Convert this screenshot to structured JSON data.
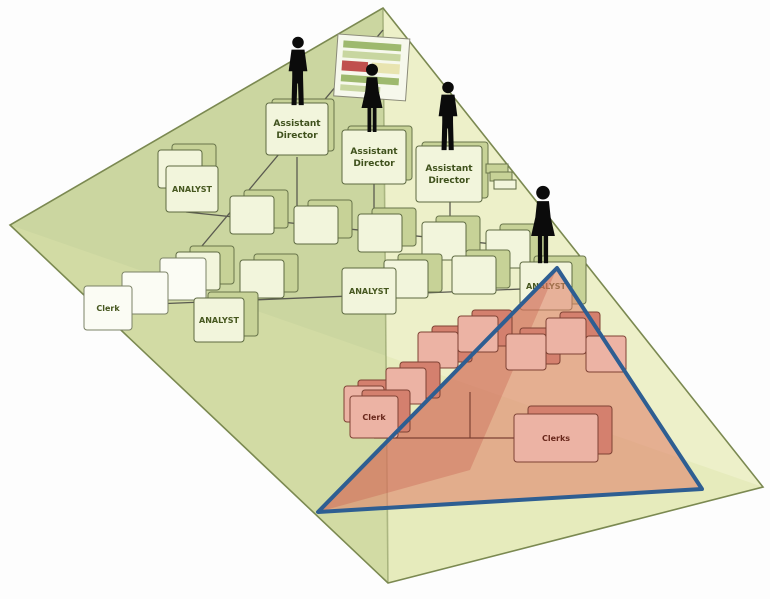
{
  "colors": {
    "background": "#fdfdfd",
    "pyramid_face": "#edf0c9",
    "pyramid_left_face": "#c2cf96",
    "pyramid_floor": "#dce4a9",
    "pyramid_edge": "#7b8951",
    "highlight_fill": "#e0846c",
    "highlight_stroke": "#2e5e92",
    "card_green_face": "#f2f5dc",
    "card_pink_face": "#ecb3a4",
    "silhouette": "#0b0b0b"
  },
  "labels": {
    "director_line1": "Assistant",
    "director_line2": "Director",
    "analyst": "ANALYST",
    "clerk": "Clerk",
    "clerks": "Clerks"
  }
}
